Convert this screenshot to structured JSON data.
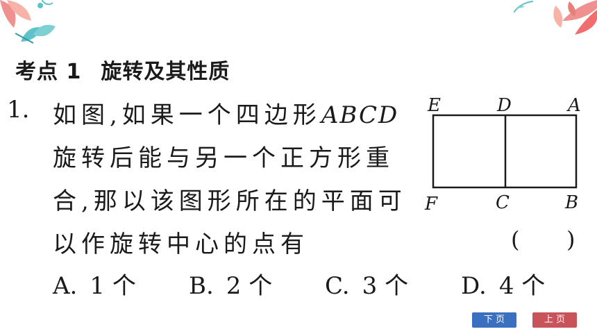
{
  "heading": {
    "label": "考点 1",
    "title": "旋转及其性质"
  },
  "question": {
    "number": "1.",
    "line1": "如图,如果一个四边形",
    "line1_italic": "ABCD",
    "line2": "旋转后能与另一个正方形重",
    "line3": "合,那以该图形所在的平面可",
    "line4": "以作旋转中心的点有",
    "paren_open": "(",
    "paren_close": ")",
    "options": [
      {
        "letter": "A.",
        "text": "1 个"
      },
      {
        "letter": "B.",
        "text": "2 个"
      },
      {
        "letter": "C.",
        "text": "3 个"
      },
      {
        "letter": "D.",
        "text": "4 个"
      }
    ]
  },
  "figure": {
    "labels": {
      "E": "E",
      "D": "D",
      "A": "A",
      "F": "F",
      "C": "C",
      "B": "B"
    }
  },
  "nav": {
    "next": "下 页",
    "prev": "上 页"
  },
  "colors": {
    "next_button": "#3b6fc0",
    "prev_button": "#c9535a",
    "leaf_teal": "#5fc3c9",
    "leaf_pink": "#f0908f"
  }
}
